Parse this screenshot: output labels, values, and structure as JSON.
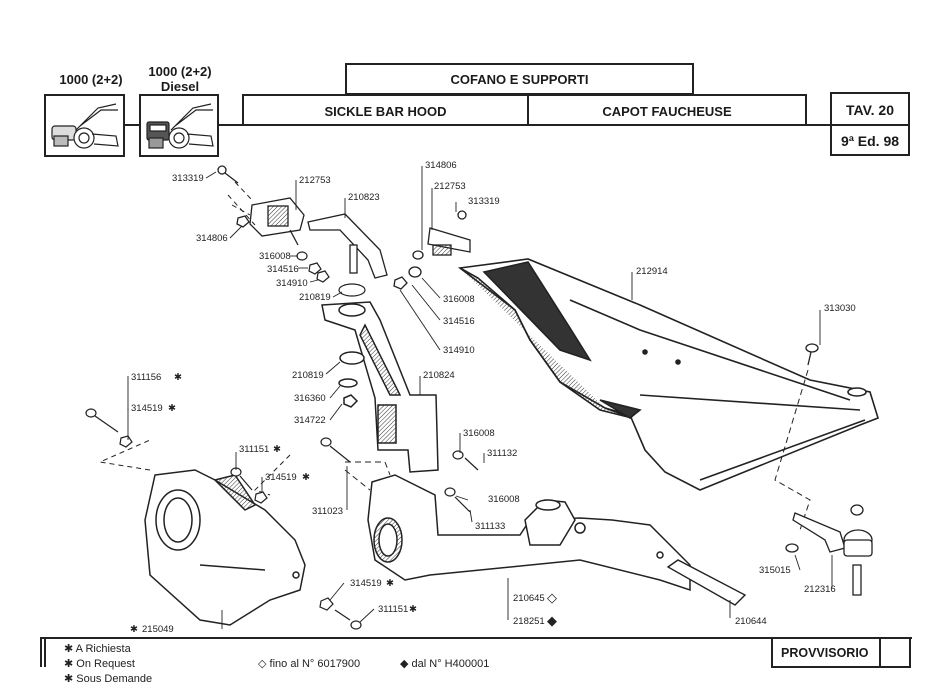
{
  "header": {
    "models": [
      {
        "label_line1": "1000 (2+2)",
        "label_line2": "",
        "icon": "tiller-petrol-icon"
      },
      {
        "label_line1": "1000 (2+2)",
        "label_line2": "Diesel",
        "icon": "tiller-diesel-icon"
      }
    ],
    "title_it": "COFANO E SUPPORTI",
    "title_en": "SICKLE BAR HOOD",
    "title_fr": "CAPOT FAUCHEUSE",
    "table": "TAV. 20",
    "edition": "9ª Ed. 98"
  },
  "parts": {
    "p313319_a": "313319",
    "p212753_a": "212753",
    "p210823": "210823",
    "p314806_a": "314806",
    "p316008_a": "316008",
    "p314516_a": "314516",
    "p314910_a": "314910",
    "p210819_a": "210819",
    "p314806_b": "314806",
    "p212753_b": "212753",
    "p313319_b": "313319",
    "p316008_b": "316008",
    "p314516_b": "314516",
    "p314910_b": "314910",
    "p212914": "212914",
    "p313030": "313030",
    "p210819_b": "210819",
    "p316360": "316360",
    "p314722": "314722",
    "p210824": "210824",
    "p316008_c": "316008",
    "p311132": "311132",
    "p316008_d": "316008",
    "p311133": "311133",
    "p311023": "311023",
    "p311156": "311156",
    "p314519_a": "314519",
    "p311151_a": "311151",
    "p314519_b": "314519",
    "p314519_c": "314519",
    "p311151_b": "311151",
    "p215049": "215049",
    "p210645": "210645",
    "p218251": "218251",
    "p210644": "210644",
    "p315015": "315015",
    "p212316": "212316"
  },
  "symbols": {
    "asterisk": "✱",
    "diamond_open": "◇",
    "diamond_filled": "◆"
  },
  "legend": {
    "on_request_it": "A Richiesta",
    "on_request_en": "On Request",
    "on_request_fr": "Sous Demande",
    "up_to_serial": "fino al N° 6017900",
    "from_serial": "dal N° H400001",
    "status": "PROVVISORIO"
  }
}
